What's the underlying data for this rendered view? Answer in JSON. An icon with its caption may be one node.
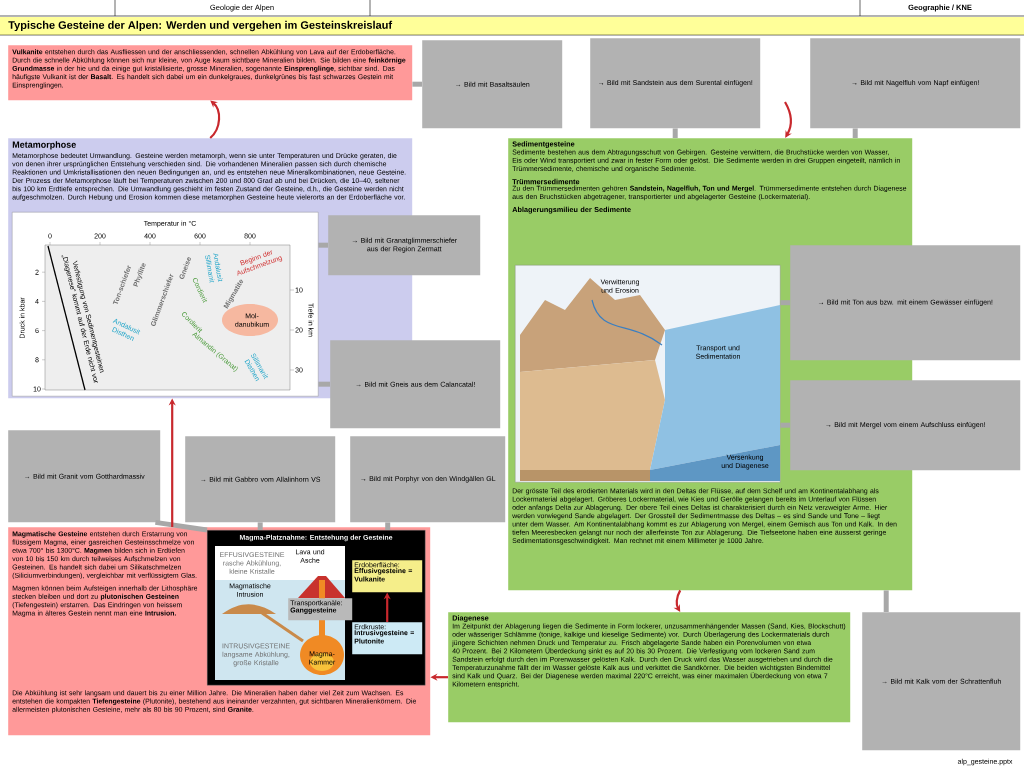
{
  "diagram": {
    "title": "Typische Gesteine der Alpen: Werden und vergehen im Gesteinskreislauf",
    "nodes": [
      {
        "text": [
          "**Vulkanite** entstehen durch das Ausfliessen und der anschliessenden, schnellen Abkühlung von Lava auf der Erdoberfläche. Durch die schnelle Abkühlung können sich nur kleine, von Auge kaum sichtbare Mineralien bilden. Sie bilden eine **feinkörnige Grundmasse** in der hie und da einige gut kristallisierte, grosse Mineralien, sogenannte **Einsprenglinge**, sichtbar sind. Das häufigste Vulkanit ist der **Basalt**. Es handelt sich dabei um ein dunkelgraues, dunkelgrünes bis fast schwarzes Gestein mit Einsprenglingen."
        ]
      },
      {
        "text": [
          "→ Bild mit Basaltsäulen"
        ]
      },
      {
        "text": [
          "→ Bild mit Sandstein aus dem Surental einfügen!"
        ]
      },
      {
        "text": [
          "→ Bild mit Nagelfluh vom Napf einfügen!"
        ]
      },
      {
        "text": [
          "Metamorphose",
          "Metamorphose bedeutet Umwandlung. Gesteine werden metamorph, wenn sie unter Temperaturen und Drücke geraten, die von denen ihrer ursprünglichen Entstehung verschieden sind. Die vorhandenen Mineralien passen sich durch chemische Reaktionen und Umkristallisationen den neuen Bedingungen an, und es entstehen neue Mineralkombinationen, neue Gesteine. Der Prozess der Metamorphose läuft bei Temperaturen zwischen 200 und 800 Grad ab und bei Drücken, die 10–40, seltener bis 100 km Erdtiefe entsprechen. Die Umwandlung geschieht im festen Zustand der Gesteine, d.h., die Gesteine werden nicht aufgeschmolzen. Durch Hebung und Erosion kommen diese metamorphen Gesteine heute vielerorts an der Erdoberfläche vor."
        ]
      },
      {
        "text": [],
        "shape": "picture",
        "in": 4
      },
      {
        "text": [
          "Sedimentgesteine",
          "Sedimente bestehen aus dem Abtragungsschutt von Gebirgen. Gesteine verwittern, die Bruchstücke werden von Wasser, Eis oder Wind transportiert und zwar in fester Form oder gelöst. Die Sedimente werden in drei Gruppen eingeteilt, nämlich in Trümmersedimente, chemische und organische Sedimente.",
          "Trümmersedimente",
          "Zu den Trümmersedimenten gehören **Sandstein, Nagelfluh, Ton und Mergel**. Trümmersedimente entstehen durch Diagenese aus den Bruchstücken abgetragener, transportierter und abgelagerter Gesteine (Lockermaterial).",
          "Ablagerungsmilieu der Sedimente",
          "Der grösste Teil des erodierten Materials wird in den Deltas der Flüsse, auf dem Schelf und am Kontinentalabhang als Lockermaterial abgelagert. Gröberes Lockermaterial, wie Kies und Gerölle gelangen bereits im Unterlauf von Flüssen oder anfangs Delta zur Ablagerung. Der obere Teil eines Deltas ist charakterisiert durch ein Netz verzweigter Arme. Hier werden vorwiegend Sande abgelagert. Der Grossteil der Sedimentmasse des Deltas – es sind Sande und Tone – liegt unter dem Wasser. Am Kontinentalabhang kommt es zur Ablagerung von Mergel, einem Gemisch aus Ton und Kalk. In den tiefen Meeresbecken gelangt nur noch der allerfeinste Ton zur Ablagerung. Die Tiefseetone haben eine äusserst geringe Sedimentationsgeschwindigkeit. Man rechnet mit einem Millimeter je 1000 Jahre."
        ]
      },
      {
        "text": [],
        "shape": "picture",
        "in": 6
      },
      {
        "text": [
          "→ Bild mit Granatglimmerschiefer aus der Region Zermatt"
        ]
      },
      {
        "text": [
          "→ Bild mit Ton aus bzw. mit einem Gewässer einfügen!"
        ]
      },
      {
        "text": [
          "→ Bild mit Gneis aus dem Calancatal!"
        ]
      },
      {
        "text": [
          "→ Bild mit Mergel vom einem Aufschluss einfügen!"
        ]
      },
      {
        "text": [
          "→ Bild mit Granit vom Gotthardmassiv"
        ]
      },
      {
        "text": [
          "→ Bild mit Gabbro vom Allalinhorn VS"
        ]
      },
      {
        "text": [
          "→ Bild mit Porphyr von den Windgällen GL"
        ]
      },
      {
        "text": [
          "**Magmatische Gesteine** entstehen durch Erstarrung von flüssigem Magma, einer gasreichen Gesteinsschmelze von etwa 700° bis 1300°C. **Magmen** bilden sich in Erdtiefen von 10 bis 150 km durch teilweises Aufschmelzen von Gesteinen. Es handelt sich dabei um Silikatschmelzen (Siliciumverbindungen), vergleichbar mit verflüssigtem Glas.",
          "Magmen können beim Aufsteigen innerhalb der Lithosphäre stecken bleiben und dort zu **plutonischen Gesteinen** (Tiefengestein) erstarren. Das Eindringen von heissem Magma in älteres Gestein nennt man eine **Intrusion.**",
          "Die Abkühlung ist sehr langsam und dauert bis zu einer Million Jahre. Die Mineralien haben daher viel Zeit zum Wachsen. Es entstehen die kompakten **Tiefengesteine** (Plutonite), bestehend aus ineinander verzahnten, gut sichtbaren Mineralienkörnern. Die allermeisten plutonischen Gesteine, mehr als 80 bis 90 Prozent, sind **Granite**."
        ]
      },
      {
        "text": [],
        "shape": "picture",
        "in": 15
      },
      {
        "text": [
          "Erdoberfläche:",
          "Effusivgesteine = Vulkanite"
        ],
        "in": 16
      },
      {
        "text": [
          "Transportkanäle:",
          "Ganggesteine"
        ],
        "in": 16
      },
      {
        "text": [
          "Erdkruste:",
          "Intrusivgesteine = Plutonite"
        ],
        "in": 16
      },
      {
        "text": [
          "Diagenese",
          "Im Zeitpunkt der Ablagerung liegen die Sedimente in Form lockerer, unzusammenhängender Massen (Sand, Kies, Blockschutt) oder wässeriger Schlämme (tonige, kalkige und kieselige Sedimente) vor. Durch Überlagerung des Lockermaterials durch jüngere Schichten nehmen Druck und Temperatur zu. Frisch abgelagerte Sande haben ein Porenvolumen von etwa 40 Prozent. Bei 2 Kilometern Überdeckung sinkt es auf 20 bis 30 Prozent. Die Verfestigung vom lockeren Sand zum Sandstein erfolgt durch den im Porenwasser gelösten Kalk. Durch den Druck wird das Wasser ausgetrieben und durch die Temperaturzunahme fällt der im Wasser gelöste Kalk aus und verkittet die Sandkörner. Die beiden wichtigsten Bindemittel sind Kalk und Quarz. Bei der Diagenese werden maximal 220°C erreicht, was einer maximalen Überdeckung von etwa 7 Kilometern entspricht."
        ]
      },
      {
        "text": [
          "→ Bild mit Kalk vom der Schrattenfluh"
        ]
      }
    ],
    "edges": [
      {
        "from": 1,
        "to": 0,
        "arrow": "none"
      },
      {
        "from": 2,
        "to": 6,
        "arrow": "none"
      },
      {
        "from": 3,
        "to": 6,
        "arrow": "none"
      },
      {
        "from": 8,
        "to": 5,
        "arrow": "none"
      },
      {
        "from": 10,
        "to": 5,
        "arrow": "none"
      },
      {
        "from": 9,
        "to": 7,
        "arrow": "none"
      },
      {
        "from": 11,
        "to": 7,
        "arrow": "none"
      },
      {
        "from": 12,
        "to": 16,
        "arrow": "none"
      },
      {
        "from": 13,
        "to": 16,
        "arrow": "none"
      },
      {
        "from": 14,
        "to": 16,
        "arrow": "none"
      },
      {
        "from": 21,
        "to": 6,
        "arrow": "none"
      },
      {
        "from": 4,
        "to": 0,
        "arrow": "to",
        "color": "#c8282d"
      },
      {
        "from": null,
        "to": 6,
        "arrow": "to",
        "color": "#c8282d"
      },
      {
        "from": 6,
        "to": 20,
        "arrow": "to",
        "color": "#c8282d"
      },
      {
        "from": 20,
        "to": 15,
        "arrow": "to",
        "color": "#c8282d"
      },
      {
        "from": 15,
        "to": 4,
        "arrow": "to",
        "color": "#c8282d"
      },
      {
        "from": 19,
        "to": 17,
        "arrow": "to",
        "color": "#c8282d"
      }
    ],
    "labels": [
      "Geologie der Alpen",
      "Geographie / KNE",
      "Temperatur in °C",
      "0",
      "200",
      "400",
      "600",
      "800",
      "Druck in kbar",
      "2",
      "4",
      "6",
      "8",
      "10",
      "Tiefe in km",
      "10",
      "20",
      "30",
      "Verfestigung von Sedimentgesteinen „Diagenese“ kommt auf der Erde nicht vor",
      "Ton-schiefer",
      "Phyllite",
      "Glimmerschiefer",
      "Gneise",
      "Migmatite",
      "Beginn der Aufschmelzung",
      "Andalusit Disthen",
      "Cordierit",
      "Almandin (Granat)",
      "Andalusit Sillimanit",
      "Cordierit",
      "Sillimanit Disthen",
      "Mol-danubikum",
      "Verwitterung und Erosion",
      "Transport und Sedimentation",
      "Versenkung und Diagenese",
      "Magma-Platznahme: Entstehung der Gesteine",
      "EFFUSIVGESTEINE rasche Abkühlung, kleine Kristalle",
      "Lava und Asche",
      "Magmatische Intrusion",
      "INTRUSIVGESTEINE langsame Abkühlung, große Kristalle",
      "Magma-Kammer",
      "alp_gesteine.pptx"
    ]
  }
}
